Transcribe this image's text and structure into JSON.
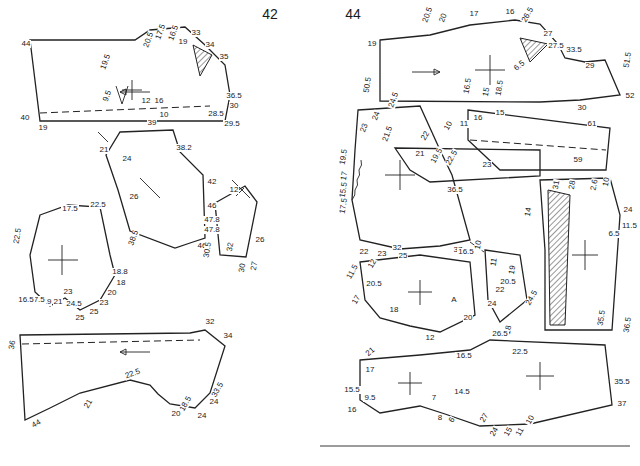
{
  "diagram": {
    "labels": [
      "42",
      "44",
      "44",
      "19.5",
      "9.5",
      "12",
      "16",
      "10",
      "20.5",
      "17.5",
      "16.5",
      "19",
      "33",
      "34",
      "35",
      "36.5",
      "30",
      "28.5",
      "29.5",
      "40",
      "19",
      "39",
      "38.2",
      "21",
      "24",
      "42",
      "46",
      "47.8",
      "47.8",
      "46",
      "26",
      "38.5",
      "12",
      "26",
      "32",
      "30.5",
      "30",
      "27",
      "22.5",
      "17.5",
      "22.5",
      "18.8",
      "18",
      "20",
      "23",
      "25",
      "25",
      "24.5",
      "23",
      "21",
      "19",
      "17.5",
      "16.5",
      "32",
      "34",
      "36",
      "33.5",
      "24",
      "18.5",
      "20",
      "24",
      "22.5",
      "21",
      "44",
      "19",
      "20.5",
      "20",
      "17",
      "16",
      "26.5",
      "27",
      "27.5",
      "33.5",
      "29",
      "6.5",
      "51.5",
      "52",
      "30",
      "50.5",
      "18.5",
      "16.5",
      "15",
      "61",
      "59",
      "16",
      "11",
      "10",
      "15",
      "22",
      "21",
      "19.5",
      "22.5",
      "23",
      "36.5",
      "24",
      "23",
      "21.5",
      "24.5",
      "19.5",
      "17",
      "15.5",
      "17.5",
      "37",
      "23",
      "22",
      "25",
      "31",
      "28",
      "2.6",
      "10",
      "24",
      "11.5",
      "6.5",
      "36.5",
      "35.5",
      "14",
      "32",
      "16.5",
      "12",
      "11.5",
      "20.5",
      "17",
      "18",
      "12",
      "20",
      "10",
      "11",
      "19",
      "20.5",
      "22",
      "24",
      "24.5",
      "18",
      "A",
      "26.5",
      "22.5",
      "16.5",
      "14.5",
      "21",
      "17",
      "15.5",
      "9.5",
      "16",
      "6",
      "8",
      "7",
      "27",
      "24",
      "15",
      "11",
      "10",
      "37",
      "35.5"
    ]
  }
}
